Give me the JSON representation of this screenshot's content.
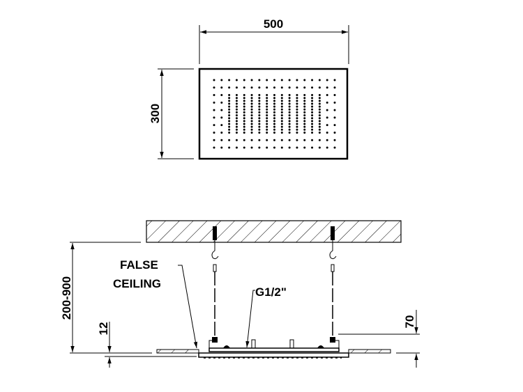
{
  "top_view": {
    "width_label": "500",
    "height_label": "300"
  },
  "side_view": {
    "height_range_label": "200-900",
    "false_ceiling_label_line1": "FALSE",
    "false_ceiling_label_line2": "CEILING",
    "connection_label": "G1/2\"",
    "plate_thickness_label": "12",
    "depth_label": "70"
  }
}
